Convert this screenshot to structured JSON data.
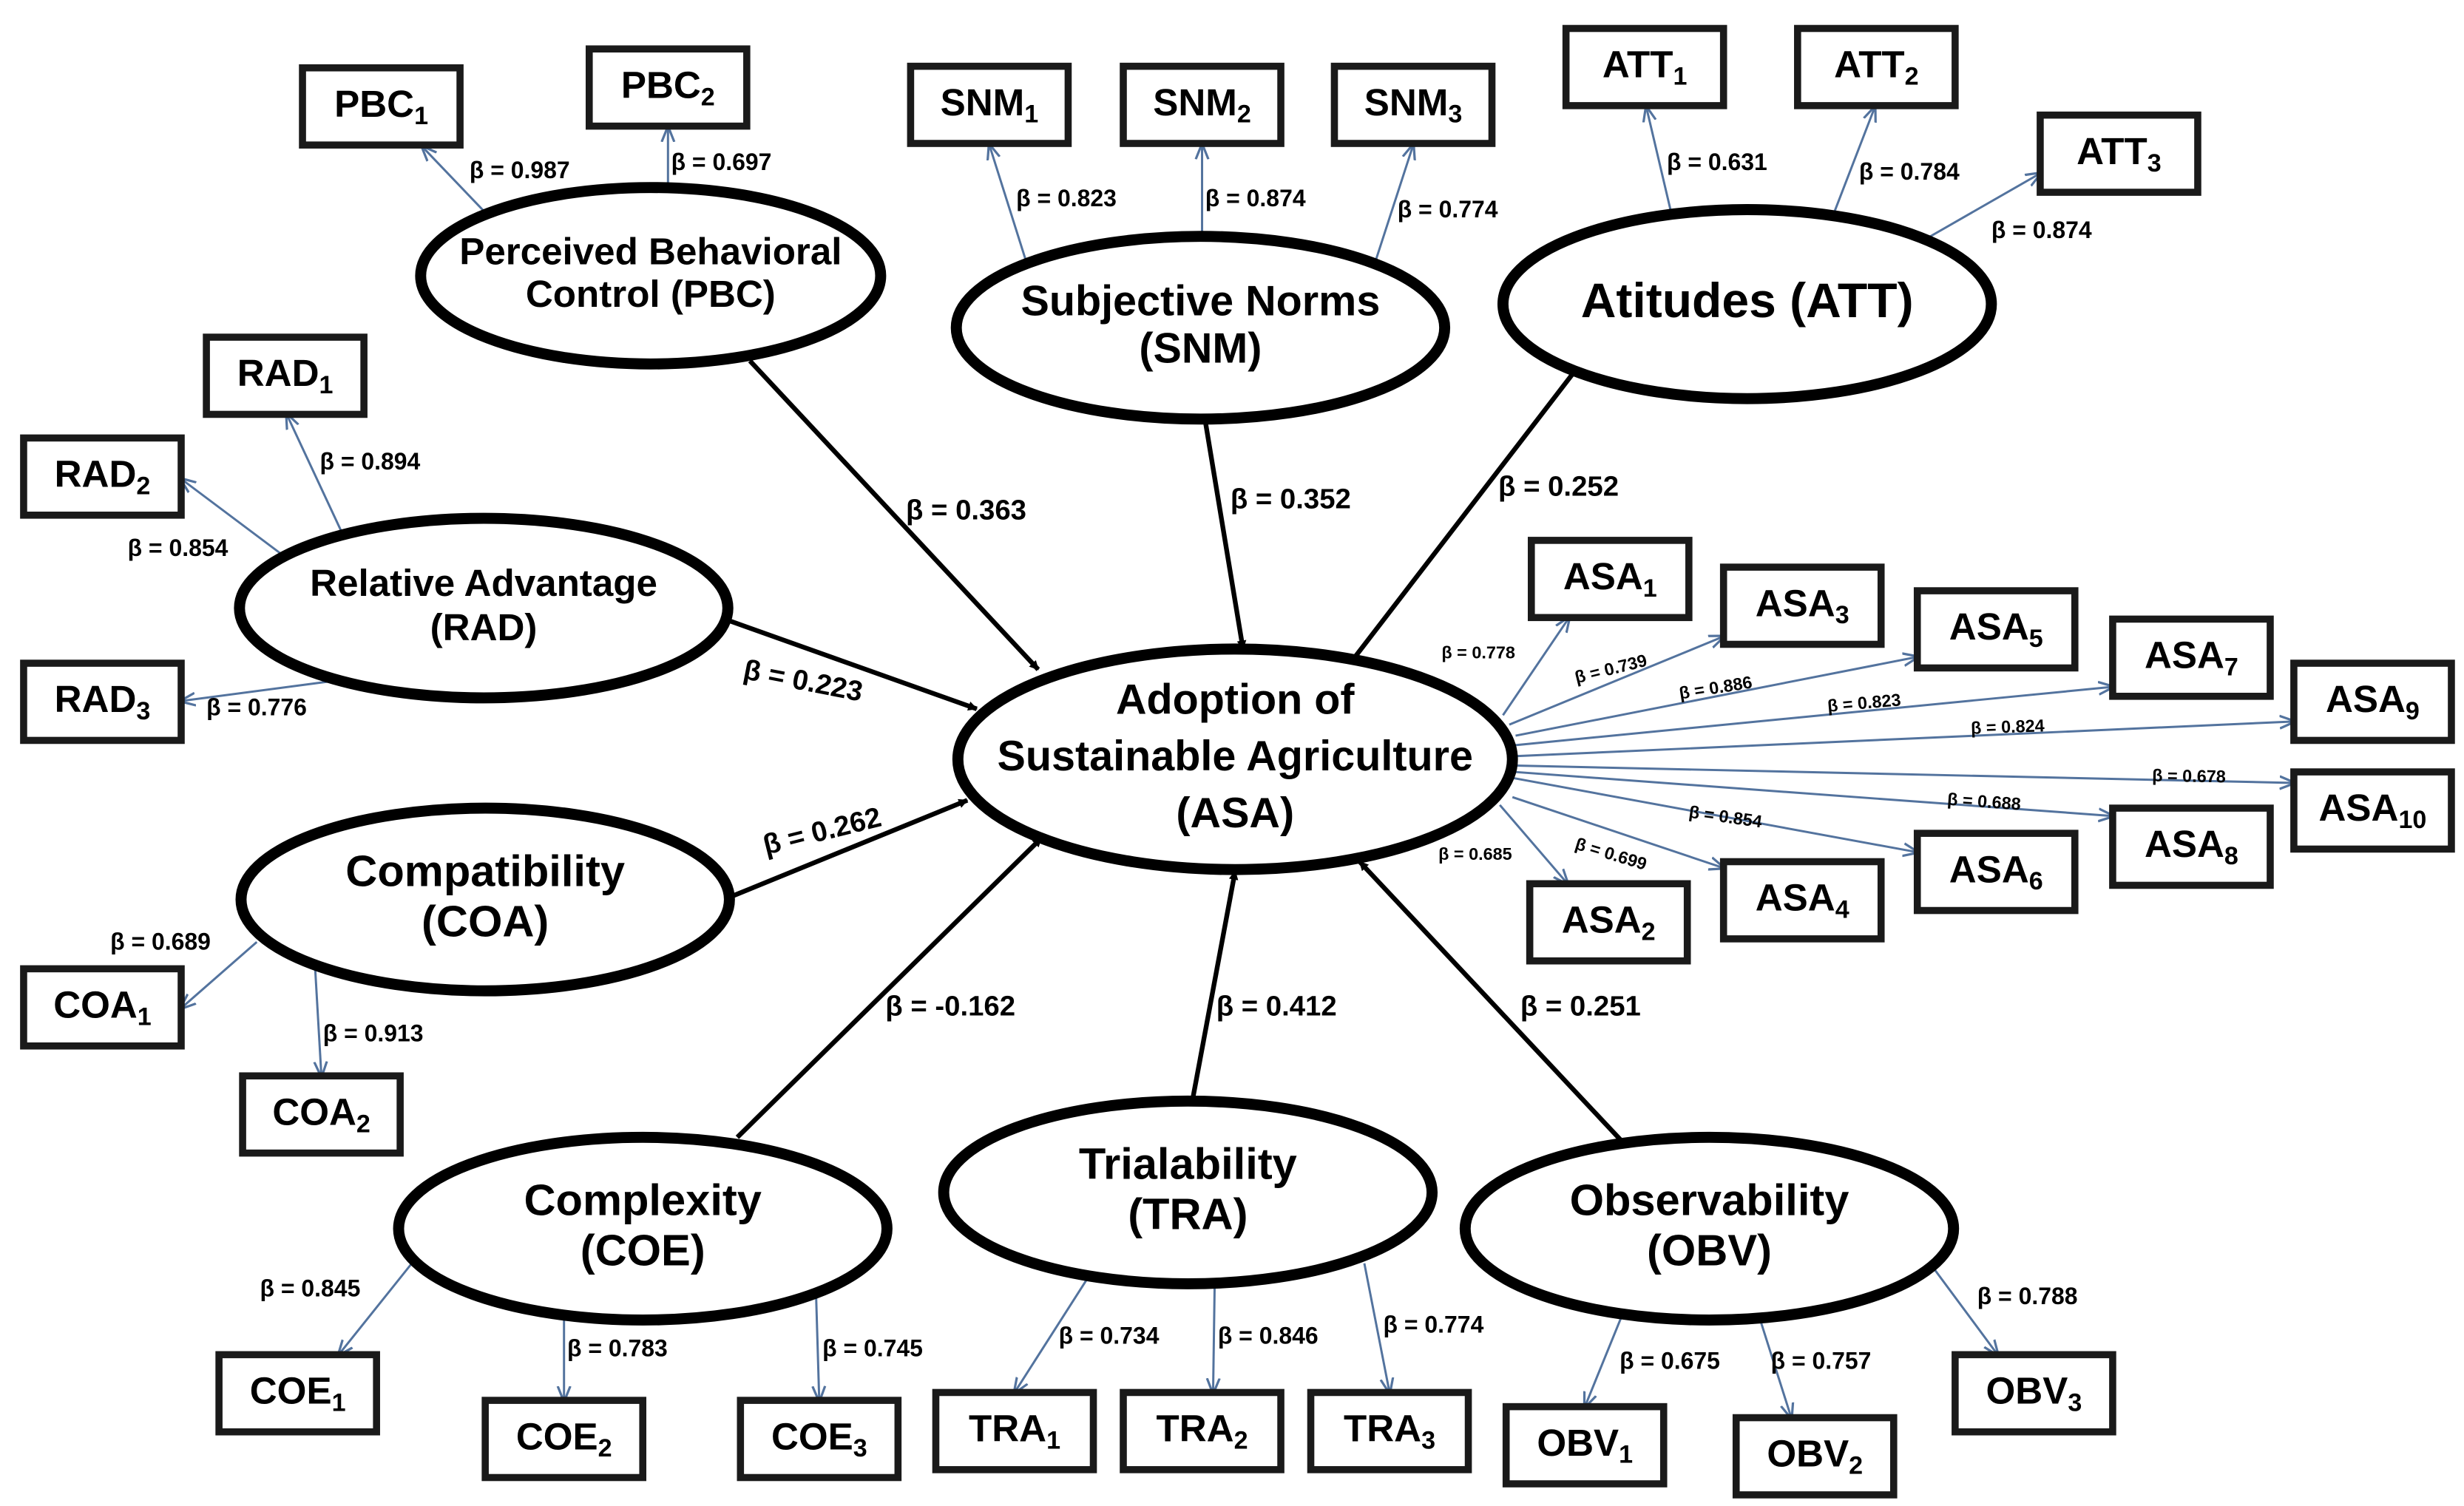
{
  "colors": {
    "structural_path": "#000000",
    "loading_path": "#53739e",
    "outline": "#000000",
    "background": "#ffffff"
  },
  "constructs": {
    "pbc": [
      "Perceived Behavioral",
      "Control (PBC)"
    ],
    "snm": [
      "Subjective Norms",
      "(SNM)"
    ],
    "att": [
      "Atitudes (ATT)"
    ],
    "rad": [
      "Relative Advantage",
      "(RAD)"
    ],
    "asa": [
      "Adoption of",
      "Sustainable Agriculture",
      "(ASA)"
    ],
    "coa": [
      "Compatibility",
      "(COA)"
    ],
    "coe": [
      "Complexity",
      "(COE)"
    ],
    "tra": [
      "Trialability",
      "(TRA)"
    ],
    "obv": [
      "Observability",
      "(OBV)"
    ]
  },
  "indicators": {
    "pbc1": {
      "base": "PBC",
      "sub": "1"
    },
    "pbc2": {
      "base": "PBC",
      "sub": "2"
    },
    "snm1": {
      "base": "SNM",
      "sub": "1"
    },
    "snm2": {
      "base": "SNM",
      "sub": "2"
    },
    "snm3": {
      "base": "SNM",
      "sub": "3"
    },
    "att1": {
      "base": "ATT",
      "sub": "1"
    },
    "att2": {
      "base": "ATT",
      "sub": "2"
    },
    "att3": {
      "base": "ATT",
      "sub": "3"
    },
    "rad1": {
      "base": "RAD",
      "sub": "1"
    },
    "rad2": {
      "base": "RAD",
      "sub": "2"
    },
    "rad3": {
      "base": "RAD",
      "sub": "3"
    },
    "coa1": {
      "base": "COA",
      "sub": "1"
    },
    "coa2": {
      "base": "COA",
      "sub": "2"
    },
    "coe1": {
      "base": "COE",
      "sub": "1"
    },
    "coe2": {
      "base": "COE",
      "sub": "2"
    },
    "coe3": {
      "base": "COE",
      "sub": "3"
    },
    "tra1": {
      "base": "TRA",
      "sub": "1"
    },
    "tra2": {
      "base": "TRA",
      "sub": "2"
    },
    "tra3": {
      "base": "TRA",
      "sub": "3"
    },
    "obv1": {
      "base": "OBV",
      "sub": "1"
    },
    "obv2": {
      "base": "OBV",
      "sub": "2"
    },
    "obv3": {
      "base": "OBV",
      "sub": "3"
    },
    "asa1": {
      "base": "ASA",
      "sub": "1"
    },
    "asa2": {
      "base": "ASA",
      "sub": "2"
    },
    "asa3": {
      "base": "ASA",
      "sub": "3"
    },
    "asa4": {
      "base": "ASA",
      "sub": "4"
    },
    "asa5": {
      "base": "ASA",
      "sub": "5"
    },
    "asa6": {
      "base": "ASA",
      "sub": "6"
    },
    "asa7": {
      "base": "ASA",
      "sub": "7"
    },
    "asa8": {
      "base": "ASA",
      "sub": "8"
    },
    "asa9": {
      "base": "ASA",
      "sub": "9"
    },
    "asa10": {
      "base": "ASA",
      "sub": "10"
    }
  },
  "structural_paths": {
    "pbc": "β = 0.363",
    "snm": "β = 0.352",
    "att": "β = 0.252",
    "rad": "β = 0.223",
    "coa": "β = 0.262",
    "coe": "β = -0.162",
    "tra": "β = 0.412",
    "obv": "β = 0.251"
  },
  "loadings": {
    "pbc1": "β = 0.987",
    "pbc2": "β = 0.697",
    "snm1": "β = 0.823",
    "snm2": "β = 0.874",
    "snm3": "β = 0.774",
    "att1": "β = 0.631",
    "att2": "β = 0.784",
    "att3": "β = 0.874",
    "rad1": "β = 0.894",
    "rad2": "β = 0.854",
    "rad3": "β = 0.776",
    "coa1": "β = 0.689",
    "coa2": "β = 0.913",
    "coe1": "β = 0.845",
    "coe2": "β = 0.783",
    "coe3": "β = 0.745",
    "tra1": "β = 0.734",
    "tra2": "β = 0.846",
    "tra3": "β = 0.774",
    "obv1": "β = 0.675",
    "obv2": "β = 0.757",
    "obv3": "β = 0.788",
    "asa1": "β = 0.778",
    "asa2": "β = 0.685",
    "asa3": "β = 0.739",
    "asa4": "β = 0.699",
    "asa5": "β = 0.886",
    "asa6": "β = 0.854",
    "asa7": "β = 0.823",
    "asa8": "β = 0.688",
    "asa9": "β = 0.824",
    "asa10": "β = 0.678"
  }
}
